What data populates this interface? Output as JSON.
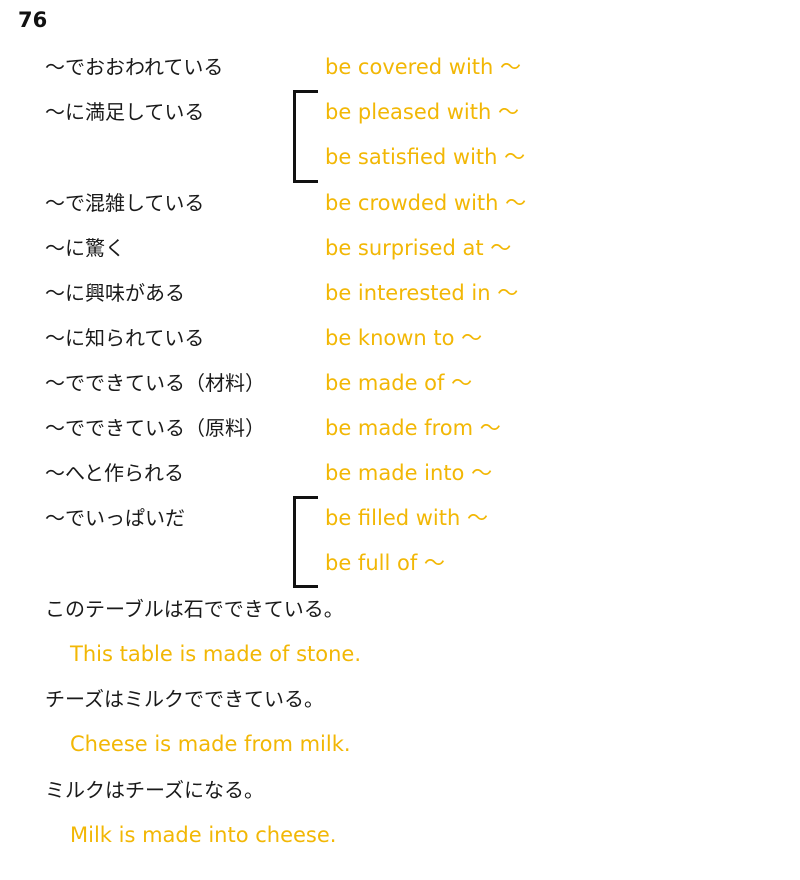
{
  "page_number": "76",
  "phrases": [
    {
      "jp": "～でおおわれている",
      "en": "be covered with ～"
    },
    {
      "jp": "～に満足している",
      "en": "be pleased with ～"
    },
    {
      "jp": "",
      "en": "be satisfied with ～"
    },
    {
      "jp": "～で混雑している",
      "en": "be crowded with ～"
    },
    {
      "jp": "～に驚く",
      "en": "be surprised at ～"
    },
    {
      "jp": "～に興味がある",
      "en": "be interested in ～"
    },
    {
      "jp": "～に知られている",
      "en": "be known to ～"
    },
    {
      "jp": "～でできている（材料）",
      "en": "be made of ～"
    },
    {
      "jp": "～でできている（原料）",
      "en": "be made from ～"
    },
    {
      "jp": "～へと作られる",
      "en": "be made into ～"
    },
    {
      "jp": "～でいっぱいだ",
      "en": "be filled with ～"
    },
    {
      "jp": "",
      "en": "be full of ～"
    }
  ],
  "examples": [
    {
      "jp": "このテーブルは石でできている。",
      "en": "This table is made of stone."
    },
    {
      "jp": "チーズはミルクでできている。",
      "en": "Cheese is made from milk."
    },
    {
      "jp": "ミルクはチーズになる。",
      "en": "Milk is made into cheese."
    }
  ]
}
